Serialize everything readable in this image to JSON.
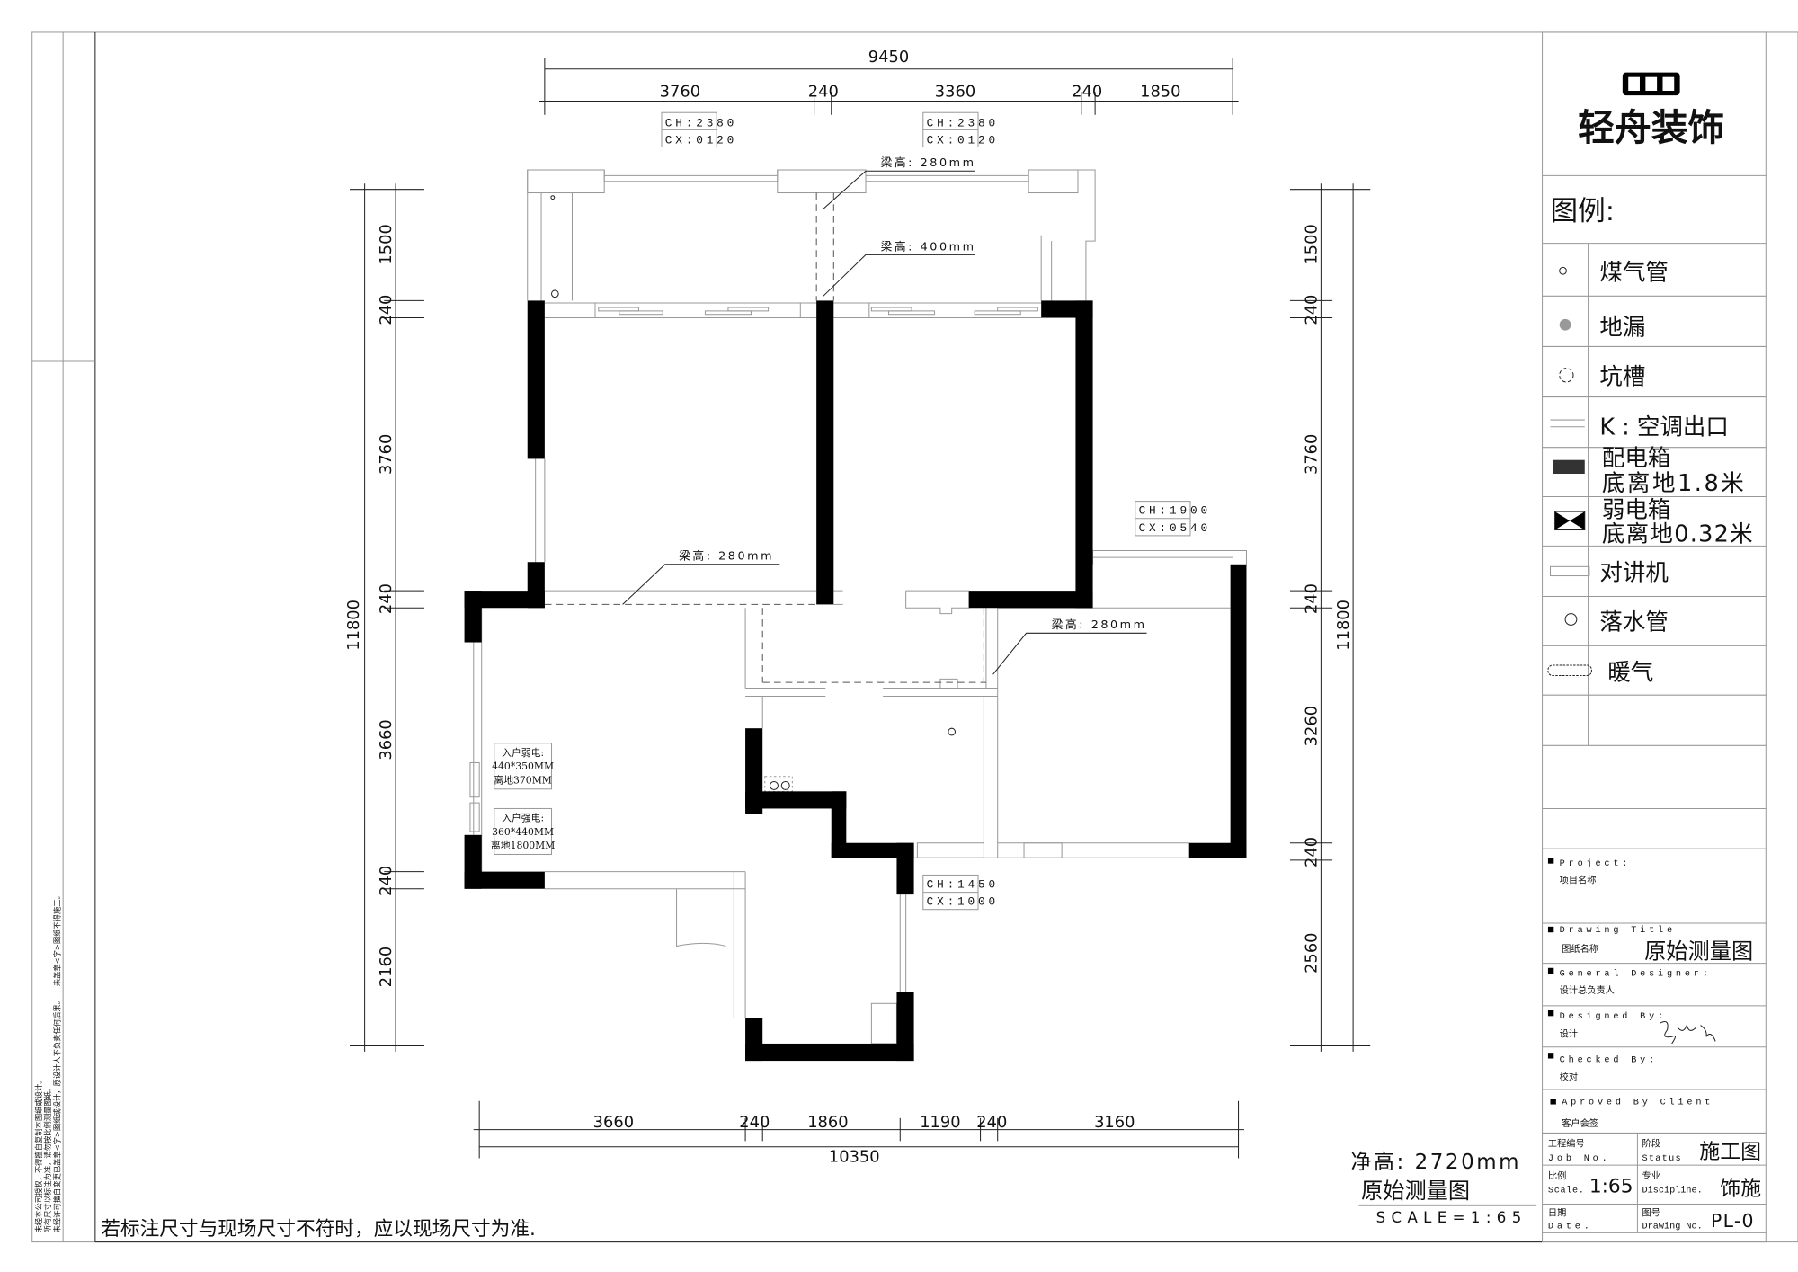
{
  "sidebar_notes": [
    "未经本公司授权，不得擅自复制本图纸或设计。",
    "所有尺寸以标注为准，请勿按比例测量图纸。",
    "未经许可擅自变更已盖章<字>图纸或设计，原设计人不负责任何后果。",
    "未盖章<字>图纸不得施工。"
  ],
  "dimensions": {
    "top_total": "9450",
    "top": [
      "3760",
      "240",
      "3360",
      "240",
      "1850"
    ],
    "bottom_total": "10350",
    "bottom": [
      "3660",
      "240",
      "1860",
      "1190",
      "240",
      "3160"
    ],
    "left_total": "11800",
    "left": [
      "1500",
      "240",
      "3760",
      "240",
      "3660",
      "240",
      "2160"
    ],
    "right_total": "11800",
    "right": [
      "1500",
      "240",
      "3760",
      "240",
      "3260",
      "240",
      "2560"
    ]
  },
  "annotations": {
    "window_1": [
      "CH:2380",
      "CX:0120"
    ],
    "window_2": [
      "CH:2380",
      "CX:0120"
    ],
    "window_3": [
      "CH:1900",
      "CX:0540"
    ],
    "window_4": [
      "CH:1450",
      "CX:1000"
    ],
    "beam_1": "梁高: 280mm",
    "beam_2": "梁高: 400mm",
    "beam_3": "梁高: 280mm",
    "beam_4": "梁高: 280mm",
    "weak_power": [
      "入户弱电:",
      "440*350MM",
      "离地370MM"
    ],
    "strong_power": [
      "入户强电:",
      "360*440MM",
      "离地1800MM"
    ]
  },
  "footer_note": "若标注尺寸与现场尺寸不符时，应以现场尺寸为准.",
  "net_height": "净高: 2720mm",
  "plan_title": "原始测量图",
  "plan_scale": "SCALE=1:65",
  "title_block": {
    "logo_text": "轻舟装饰",
    "legend_title": "图例:",
    "legend": [
      {
        "icon": "gas-pipe-icon",
        "label": "煤气管"
      },
      {
        "icon": "floor-drain-icon",
        "label": "地漏"
      },
      {
        "icon": "pit-icon",
        "label": "坑槽"
      },
      {
        "icon": "ac-outlet-icon",
        "label": "K : 空调出口"
      },
      {
        "icon": "distribution-box-icon",
        "label": "配电箱",
        "label2": "底离地1.8米"
      },
      {
        "icon": "weak-box-icon",
        "label": "弱电箱",
        "label2": "底离地0.32米"
      },
      {
        "icon": "intercom-icon",
        "label": "对讲机"
      },
      {
        "icon": "downpipe-icon",
        "label": "落水管"
      },
      {
        "icon": "radiator-icon",
        "label": "暖气"
      }
    ],
    "project_label": "Project:",
    "project_cn": "项目名称",
    "drawing_title_label": "Drawing Title",
    "drawing_title_cn": "图纸名称",
    "drawing_title_value": "原始测量图",
    "general_designer_label": "General Designer:",
    "general_designer_cn": "设计总负责人",
    "designed_by_label": "Designed By:",
    "designed_by_cn": "设计",
    "checked_by_label": "Checked By:",
    "checked_by_cn": "校对",
    "approved_label": "Aproved By Client",
    "approved_cn": "客户会签",
    "job_no_cn": "工程编号",
    "job_no_label": "Job No.",
    "status_cn": "阶段",
    "status_label": "Status",
    "status_value": "施工图",
    "scale_cn": "比例",
    "scale_label": "Scale.",
    "scale_value": "1:65",
    "discipline_cn": "专业",
    "discipline_label": "Discipline.",
    "discipline_value": "饰施",
    "date_cn": "日期",
    "date_label": "Date.",
    "drawing_no_cn": "图号",
    "drawing_no_label": "Drawing No.",
    "drawing_no_value": "PL-0"
  }
}
